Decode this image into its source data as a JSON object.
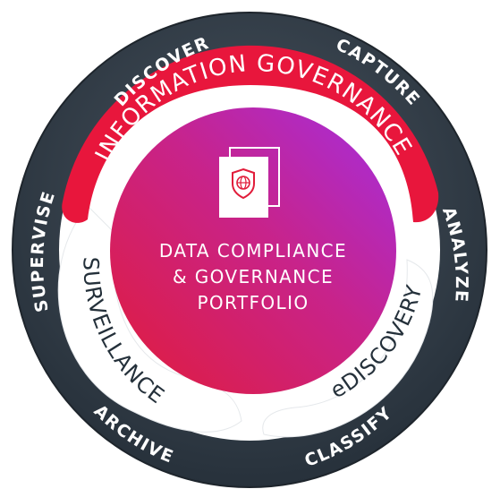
{
  "outer_ring": {
    "color": "#2f3a45",
    "labels": {
      "discover": "DISCOVER",
      "capture": "CAPTURE",
      "analyze": "ANALYZE",
      "classify": "CLASSIFY",
      "archive": "ARCHIVE",
      "supervise": "SUPERVISE"
    }
  },
  "bands": {
    "information_governance": {
      "label": "INFORMATION GOVERNANCE",
      "color": "#e8163c"
    },
    "surveillance": {
      "label": "SURVEILLANCE",
      "color": "#ffffff"
    },
    "ediscovery": {
      "label": "eDISCOVERY",
      "color": "#ffffff"
    }
  },
  "core": {
    "line1": "DATA COMPLIANCE",
    "line2": "& GOVERNANCE",
    "line3": "PORTFOLIO",
    "icon": "document-shield-globe-icon",
    "gradient": [
      "#e11c3a",
      "#b02ad6"
    ]
  }
}
